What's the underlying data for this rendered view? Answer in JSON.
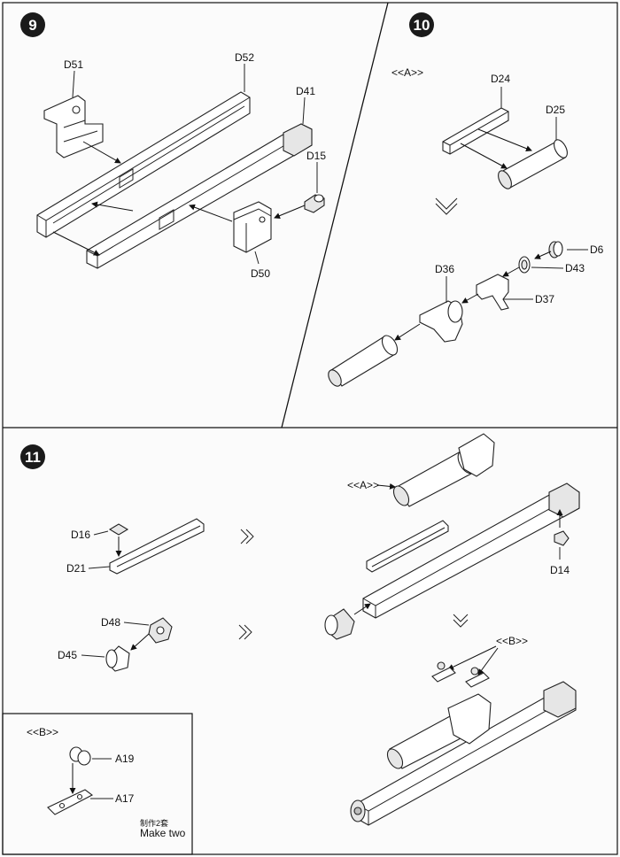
{
  "steps": [
    {
      "number": "9",
      "parts": [
        "D51",
        "D52",
        "D41",
        "D15",
        "D50"
      ]
    },
    {
      "number": "10",
      "subassembly": "<<A>>",
      "parts": [
        "D24",
        "D25",
        "D6",
        "D43",
        "D36",
        "D37"
      ]
    },
    {
      "number": "11",
      "parts": [
        "D16",
        "D21",
        "D48",
        "D45",
        "D14"
      ],
      "callouts": [
        "<<A>>",
        "<<B>>"
      ]
    }
  ],
  "inset": {
    "subassembly": "<<B>>",
    "parts": [
      "A19",
      "A17"
    ],
    "note_cn": "制作2套",
    "note_en": "Make two"
  },
  "colors": {
    "badge": "#1a1a1a",
    "line": "#222222",
    "paper": "#fbfbfb"
  }
}
